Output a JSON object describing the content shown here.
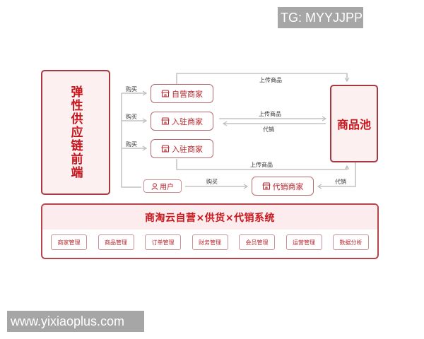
{
  "watermarks": {
    "top_right": "TG: MYYJJPP",
    "bottom_left": "www.yixiaoplus.com"
  },
  "diagram": {
    "front_end": {
      "label": "弹性供应链前端"
    },
    "merchants": [
      {
        "label": "自营商家",
        "icon": "shop-icon"
      },
      {
        "label": "入驻商家",
        "icon": "shop-icon"
      },
      {
        "label": "入驻商家",
        "icon": "shop-icon"
      }
    ],
    "consignment_merchant": {
      "label": "代销商家",
      "icon": "shop-icon"
    },
    "user": {
      "label": "用户",
      "icon": "user-icon"
    },
    "product_pool": {
      "label": "商品池"
    },
    "edge_labels": {
      "buy_1": "购买",
      "buy_2": "购买",
      "buy_3": "购买",
      "buy_user": "购买",
      "upload_top": "上传商品",
      "upload_mid": "上传商品",
      "consign_mid": "代销",
      "upload_bottom": "上传商品",
      "consign_right": "代销"
    },
    "colors": {
      "accent_red": "#c8161d",
      "border_red": "#b8434a",
      "pink_fill": "#fdf0f1",
      "arrow_gray": "#c0c0c0"
    }
  },
  "system": {
    "title": "商淘云自营×供货×代销系统",
    "modules": [
      "商家管理",
      "商品管理",
      "订单管理",
      "财务管理",
      "会员管理",
      "运营管理",
      "数据分析"
    ]
  }
}
